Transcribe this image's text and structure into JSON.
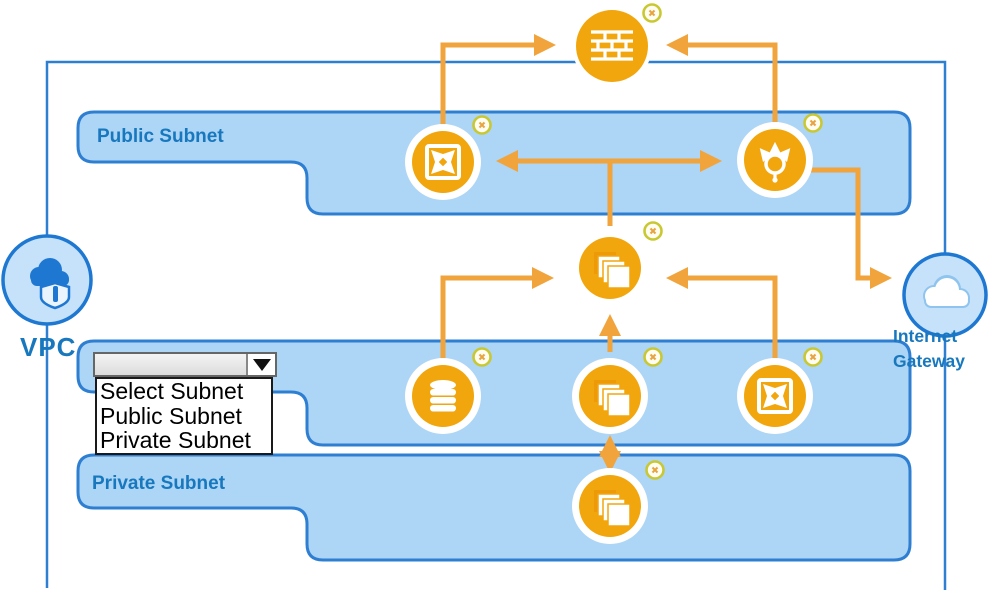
{
  "diagram": {
    "vpc_label": "VPC",
    "internet_gateway_label": "Internet Gateway",
    "public_subnet_label": "Public Subnet",
    "private_subnet_label": "Private Subnet"
  },
  "dropdown": {
    "selected_value": "",
    "options": [
      "Select Subnet",
      "Public Subnet",
      "Private Subnet"
    ]
  },
  "icons": {
    "firewall-icon": "brick-wall in orange circle",
    "vpc-router-icon": "square with four outward diagonal arrows",
    "nat-gateway-icon": "sphere with branching up arrows",
    "instances-icon": "stack of overlapping squares",
    "database-icon": "cylinder stack",
    "vpc-icon": "blue cloud with shield",
    "internet-gateway-icon": "white cloud in blue circle",
    "endpoint-badge-icon": "small yellow ring badge",
    "dropdown-arrow-icon": "black down triangle"
  },
  "colors": {
    "band_fill": "#ACD5F6",
    "band_border": "#2E7FD2",
    "arrow_orange": "#F1A43C",
    "icon_orange": "#F2A60D",
    "label_blue": "#1878BE",
    "badge_ring": "#C9C832",
    "node_fill": "#C5E2FA",
    "node_border": "#1E78D2"
  }
}
